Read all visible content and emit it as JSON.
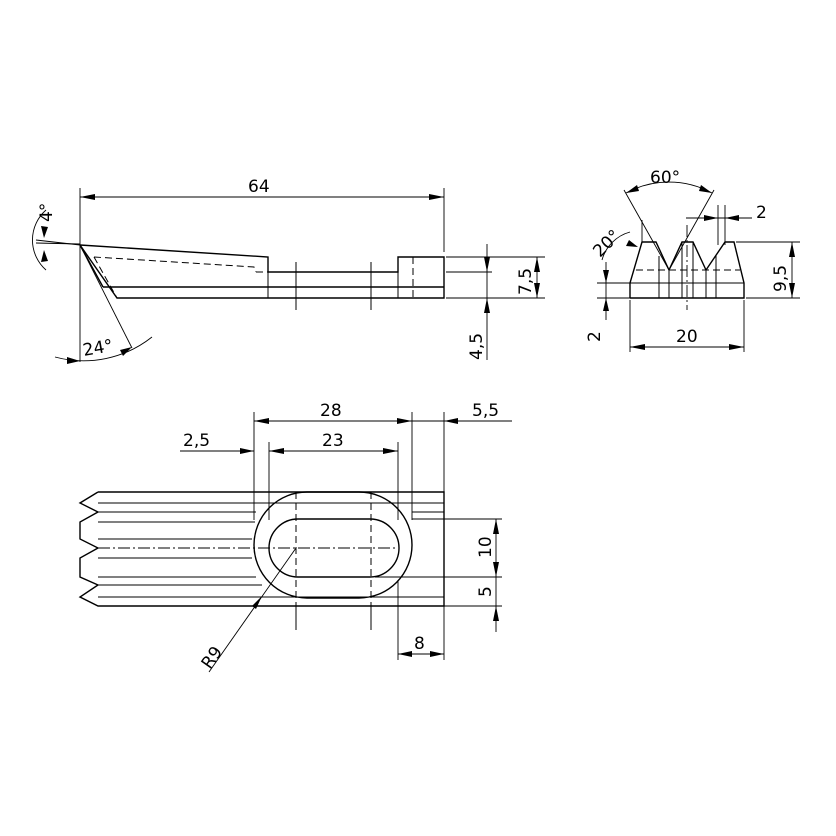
{
  "side_view": {
    "length": "64",
    "taper_angle": "4°",
    "tip_angle": "24°",
    "height_total": "7,5",
    "height_base": "4,5"
  },
  "end_view": {
    "groove_angle": "60°",
    "flank_angle": "20°",
    "top_land": "2",
    "base_step": "2",
    "width": "20",
    "height": "9,5"
  },
  "plan_view": {
    "slot_outer_length": "28",
    "slot_inner_length": "23",
    "slot_offset": "2,5",
    "end_distance": "5,5",
    "slot_width": "10",
    "edge_distance": "5",
    "end_land": "8",
    "radius": "R9"
  }
}
